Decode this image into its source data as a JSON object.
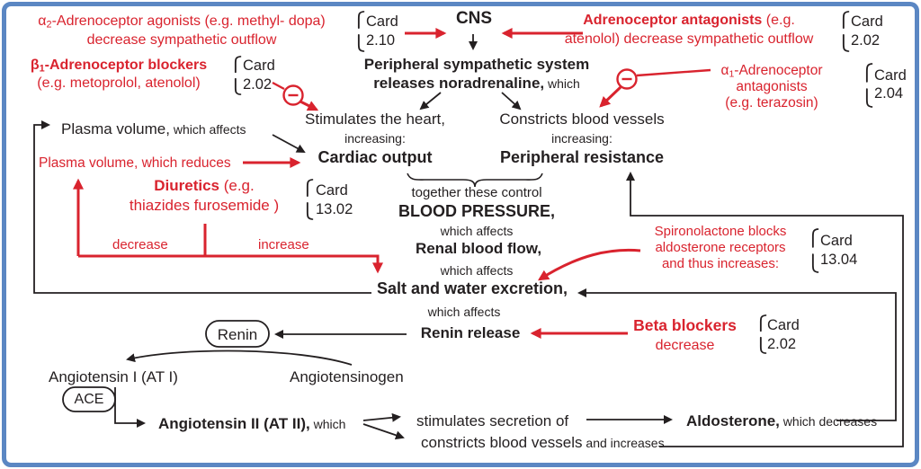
{
  "colors": {
    "red": "#d9232e",
    "black": "#231f20",
    "frame_blue": "#5b87c3"
  },
  "top": {
    "a2": {
      "sym": "α",
      "sub": "2",
      "line1_rest": "-Adrenoceptor agonists (e.g. methyl- dopa)",
      "line2": "decrease sympathetic outflow",
      "card_label": "Card",
      "card_no": "2.10"
    },
    "cns": "CNS",
    "antagonists": {
      "bold": "Adrenoceptor antagonists",
      "after_bold": " (e.g.",
      "line2": "atenolol) decrease sympathetic outflow",
      "card_label": "Card",
      "card_no": "2.02"
    },
    "b1": {
      "sym": "β",
      "sub": "1",
      "bold": "-Adrenoceptor blockers",
      "line2": "(e.g. metoprolol, atenolol)",
      "card_label": "Card",
      "card_no": "2.02"
    },
    "a1": {
      "sym": "α",
      "sub": "1",
      "line1_rest": "-Adrenoceptor",
      "line2": "antagonists",
      "line3": "(e.g. terazosin)",
      "card_label": "Card",
      "card_no": "2.04"
    },
    "peripheral": {
      "line1": "Peripheral sympathetic system",
      "line2_bold": "releases noradrenaline,",
      "line2_rest": " which"
    }
  },
  "middle": {
    "stimulates": "Stimulates the heart,",
    "increasing_left": "increasing:",
    "cardiac_output": "Cardiac output",
    "constricts": "Constricts blood vessels",
    "increasing_right": "increasing:",
    "peripheral_resistance": "Peripheral resistance",
    "plasma_affects_main": "Plasma volume,",
    "plasma_affects_rest": " which affects",
    "plasma_reduces": "Plasma volume, which reduces",
    "diuretics_bold": "Diuretics",
    "diuretics_rest": " (e.g.",
    "diuretics_line2": "thiazides furosemide )",
    "diuretics_card_label": "Card",
    "diuretics_card_no": "13.02",
    "decrease": "decrease",
    "increase": "increase",
    "together": "together these control",
    "blood_pressure": "BLOOD PRESSURE,",
    "which_affects": "which affects",
    "renal": "Renal blood flow,",
    "salt": "Salt and water excretion,",
    "renin_release": "Renin release",
    "spiro_line1": "Spironolactone blocks",
    "spiro_line2": "aldosterone receptors",
    "spiro_line3": "and thus increases:",
    "spiro_card_label": "Card",
    "spiro_card_no": "13.04",
    "beta_bold": "Beta blockers",
    "beta_line2": "decrease",
    "beta_card_label": "Card",
    "beta_card_no": "2.02"
  },
  "bottom": {
    "renin": "Renin",
    "angiotensinogen": "Angiotensinogen",
    "at1": "Angiotensin I (AT I)",
    "ace": "ACE",
    "at2_bold": "Angiotensin II (AT II),",
    "at2_rest": " which",
    "stimulates_secretion": "stimulates secretion of",
    "aldosterone_bold": "Aldosterone,",
    "aldosterone_rest": " which decreases",
    "constricts2_main": "constricts blood vessels",
    "constricts2_rest": " and increases"
  }
}
